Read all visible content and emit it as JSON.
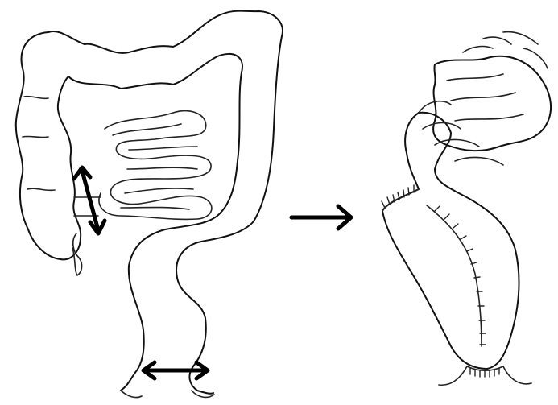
{
  "figure": {
    "panels": [
      {
        "name": "colon-before",
        "markers": [
          "resection-margin-proximal",
          "resection-margin-distal"
        ]
      },
      {
        "name": "colon-after",
        "features": [
          "sutured-pouch",
          "staple-line"
        ]
      }
    ],
    "transition": "right-arrow",
    "colors": {
      "line": "#111111",
      "background": "#ffffff"
    }
  }
}
